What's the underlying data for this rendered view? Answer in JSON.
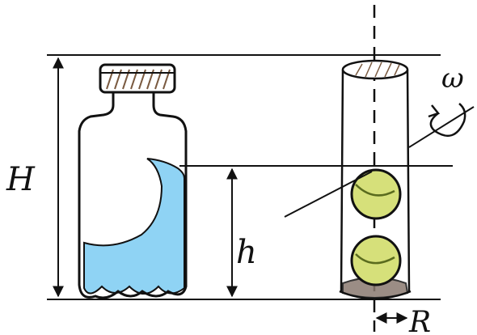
{
  "labels": {
    "total_height": "H",
    "liquid_height": "h",
    "angular_velocity": "ω",
    "radius": "R"
  },
  "colors": {
    "ink": "#111111",
    "liquid": "#8fd3f4",
    "ball": "#d6e07a",
    "ball_seam": "#5a6b1e",
    "cap_hatch": "#7a5a40"
  }
}
